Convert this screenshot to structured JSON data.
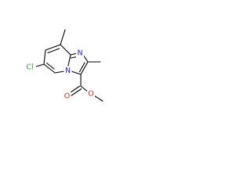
{
  "molecule": {
    "atoms": {
      "cl": {
        "symbol": "Cl",
        "color": "#33aa33"
      },
      "n_ring": {
        "symbol": "N",
        "color": "#2222cc"
      },
      "n_bridge": {
        "symbol": "N",
        "color": "#2222cc"
      },
      "o_carbonyl": {
        "symbol": "O",
        "color": "#dd2222"
      },
      "o_ester": {
        "symbol": "O",
        "color": "#dd2222"
      }
    }
  }
}
